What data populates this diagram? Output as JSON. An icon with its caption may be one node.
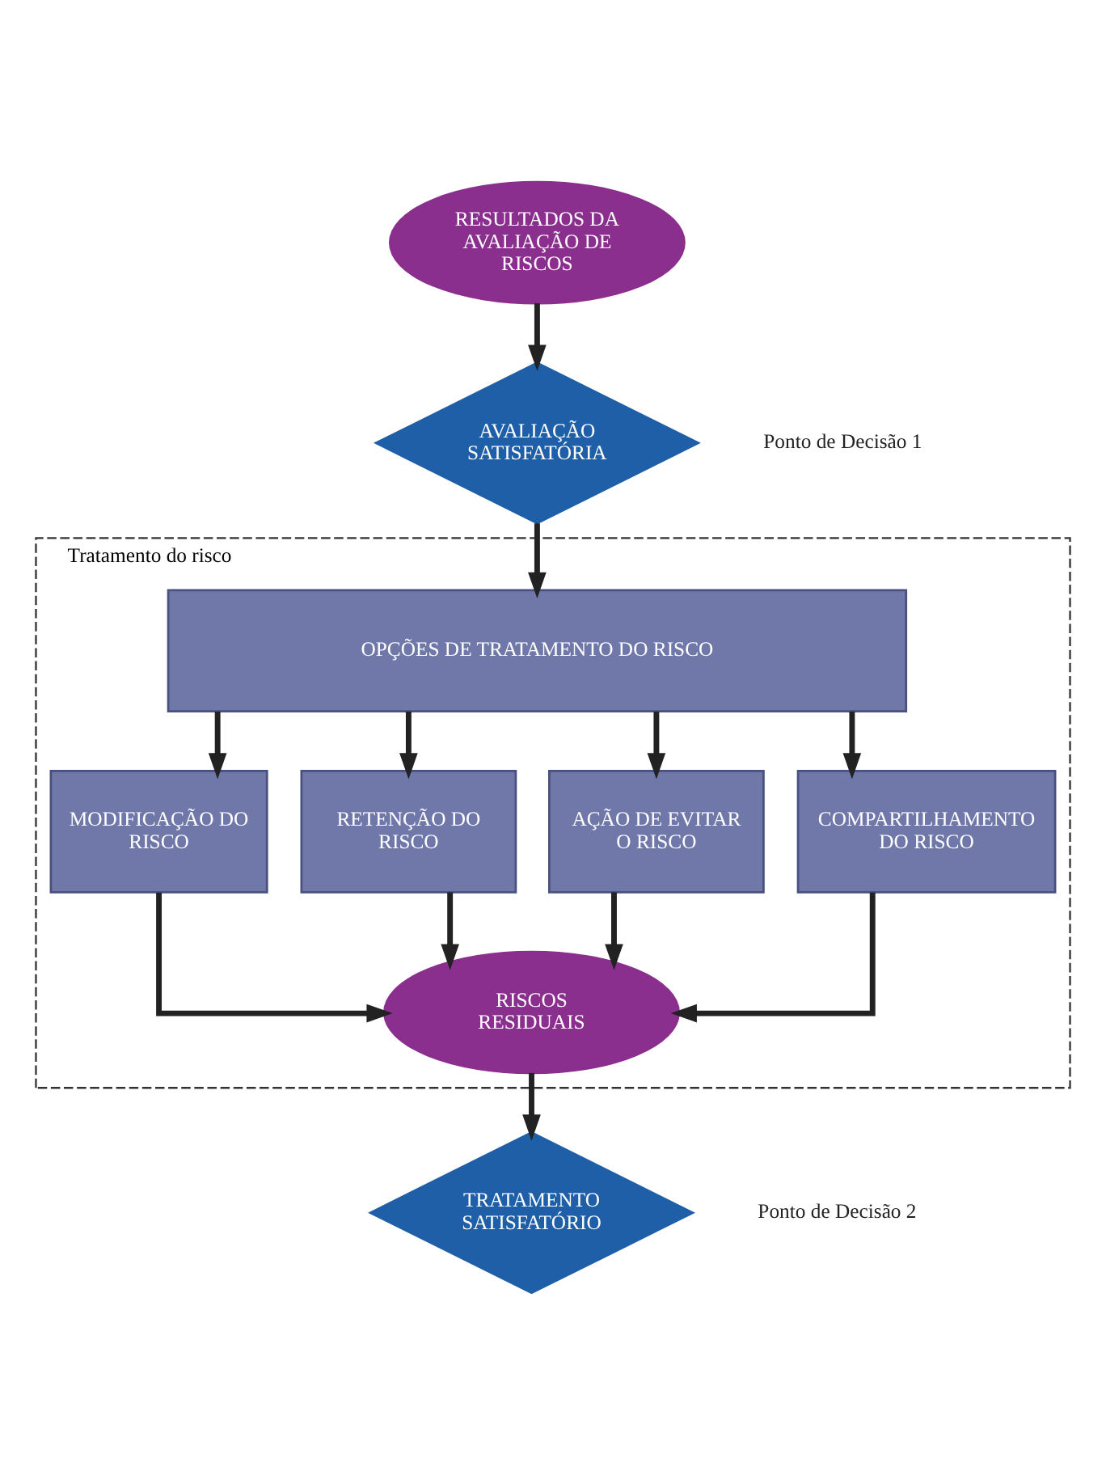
{
  "diagram": {
    "nodes": [
      {
        "text": [
          "RESULTADOS DA AVALIAÇÃO DE RISCOS"
        ]
      },
      {
        "text": [
          "AVALIAÇÃO SATISFATÓRIA"
        ],
        "beside": [
          "Ponto de Decisão 1"
        ]
      },
      {
        "text": [
          "Tratamento do risco"
        ]
      },
      {
        "text": [
          "OPÇÕES DE TRATAMENTO DO RISCO"
        ],
        "in": 2
      },
      {
        "text": [
          "MODIFICAÇÃO DO RISCO"
        ],
        "in": 2
      },
      {
        "text": [
          "RETENÇÃO DO RISCO"
        ],
        "in": 2
      },
      {
        "text": [
          "AÇÃO DE EVITAR O RISCO"
        ],
        "in": 2
      },
      {
        "text": [
          "COMPARTILHAMENTO DO RISCO"
        ],
        "in": 2
      },
      {
        "text": [
          "RISCOS RESIDUAIS"
        ],
        "in": 2
      },
      {
        "text": [
          "TRATAMENTO SATISFATÓRIO"
        ],
        "beside": [
          "Ponto de Decisão 2"
        ]
      }
    ],
    "edges": [
      {
        "from": 0,
        "to": 1,
        "arrow": "to"
      },
      {
        "from": 1,
        "to": 3,
        "arrow": "to"
      },
      {
        "from": 3,
        "to": 4,
        "arrow": "to"
      },
      {
        "from": 3,
        "to": 5,
        "arrow": "to"
      },
      {
        "from": 3,
        "to": 6,
        "arrow": "to"
      },
      {
        "from": 3,
        "to": 7,
        "arrow": "to"
      },
      {
        "from": 4,
        "to": 8,
        "arrow": "to"
      },
      {
        "from": 5,
        "to": 8,
        "arrow": "to"
      },
      {
        "from": 6,
        "to": 8,
        "arrow": "to"
      },
      {
        "from": 7,
        "to": 8,
        "arrow": "to"
      },
      {
        "from": 8,
        "to": 9,
        "arrow": "to"
      }
    ]
  }
}
